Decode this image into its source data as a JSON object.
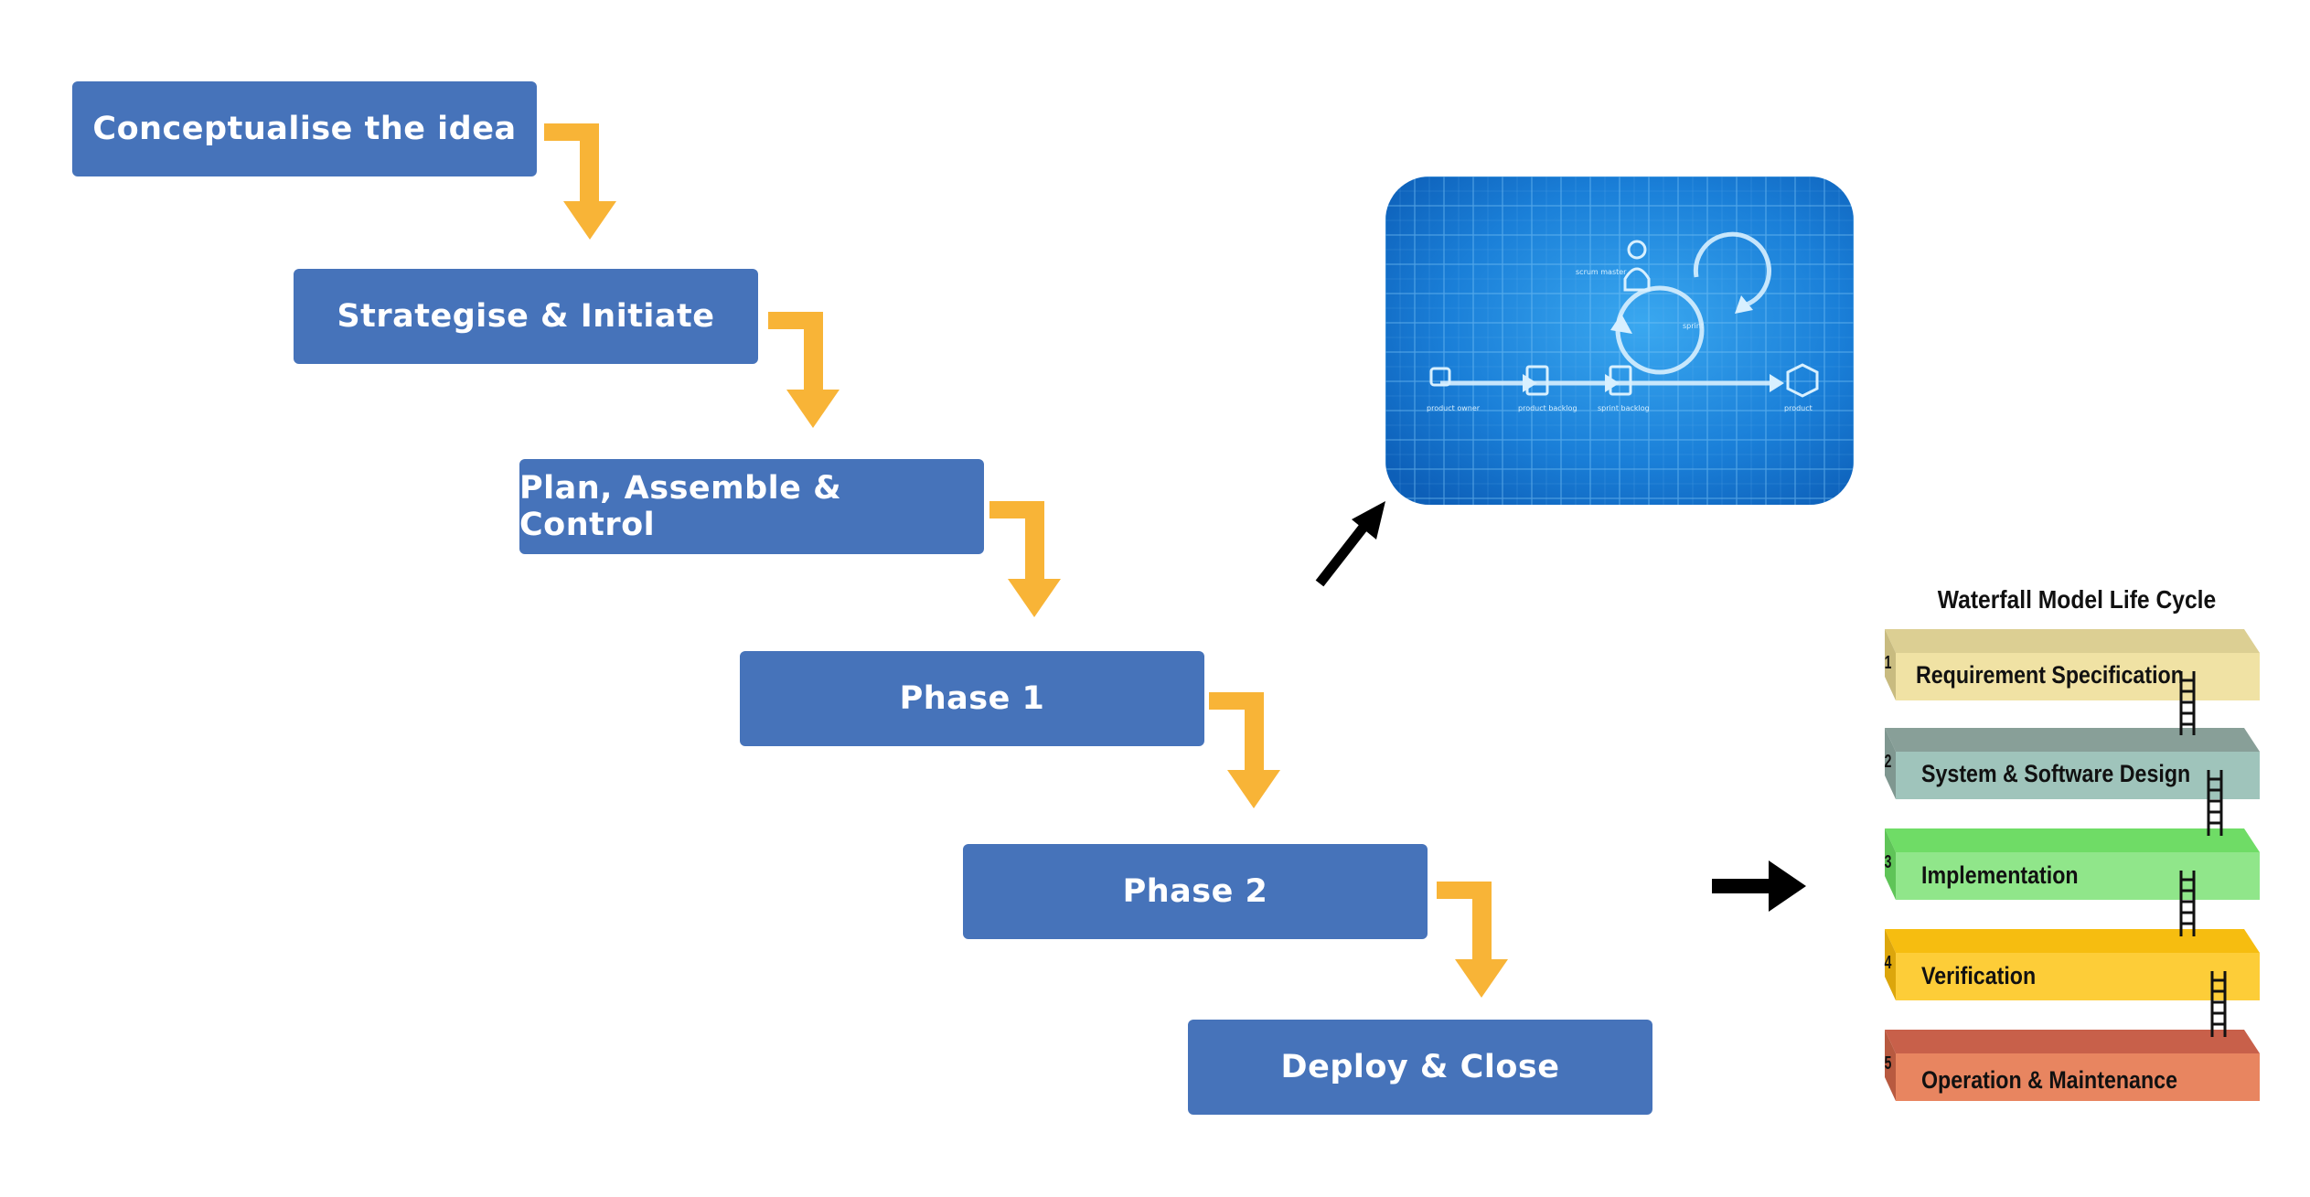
{
  "steps": [
    {
      "label": "Conceptualise the idea"
    },
    {
      "label": "Strategise & Initiate"
    },
    {
      "label": "Plan, Assemble & Control"
    },
    {
      "label": "Phase 1"
    },
    {
      "label": "Phase 2"
    },
    {
      "label": "Deploy & Close"
    }
  ],
  "waterfall": {
    "title": "Waterfall Model Life Cycle",
    "stages": [
      {
        "num": "1",
        "label": "Requirement Specification"
      },
      {
        "num": "2",
        "label": "System & Software Design"
      },
      {
        "num": "3",
        "label": "Implementation"
      },
      {
        "num": "4",
        "label": "Verification"
      },
      {
        "num": "5",
        "label": "Operation & Maintenance"
      }
    ]
  },
  "colors": {
    "step_fill": "#4673ba",
    "flow_arrow": "#f8b437",
    "stage_1": "#f0e2a4",
    "stage_2": "#9fc4bb",
    "stage_3": "#90e68a",
    "stage_4": "#fdcd38",
    "stage_5": "#e88560"
  }
}
